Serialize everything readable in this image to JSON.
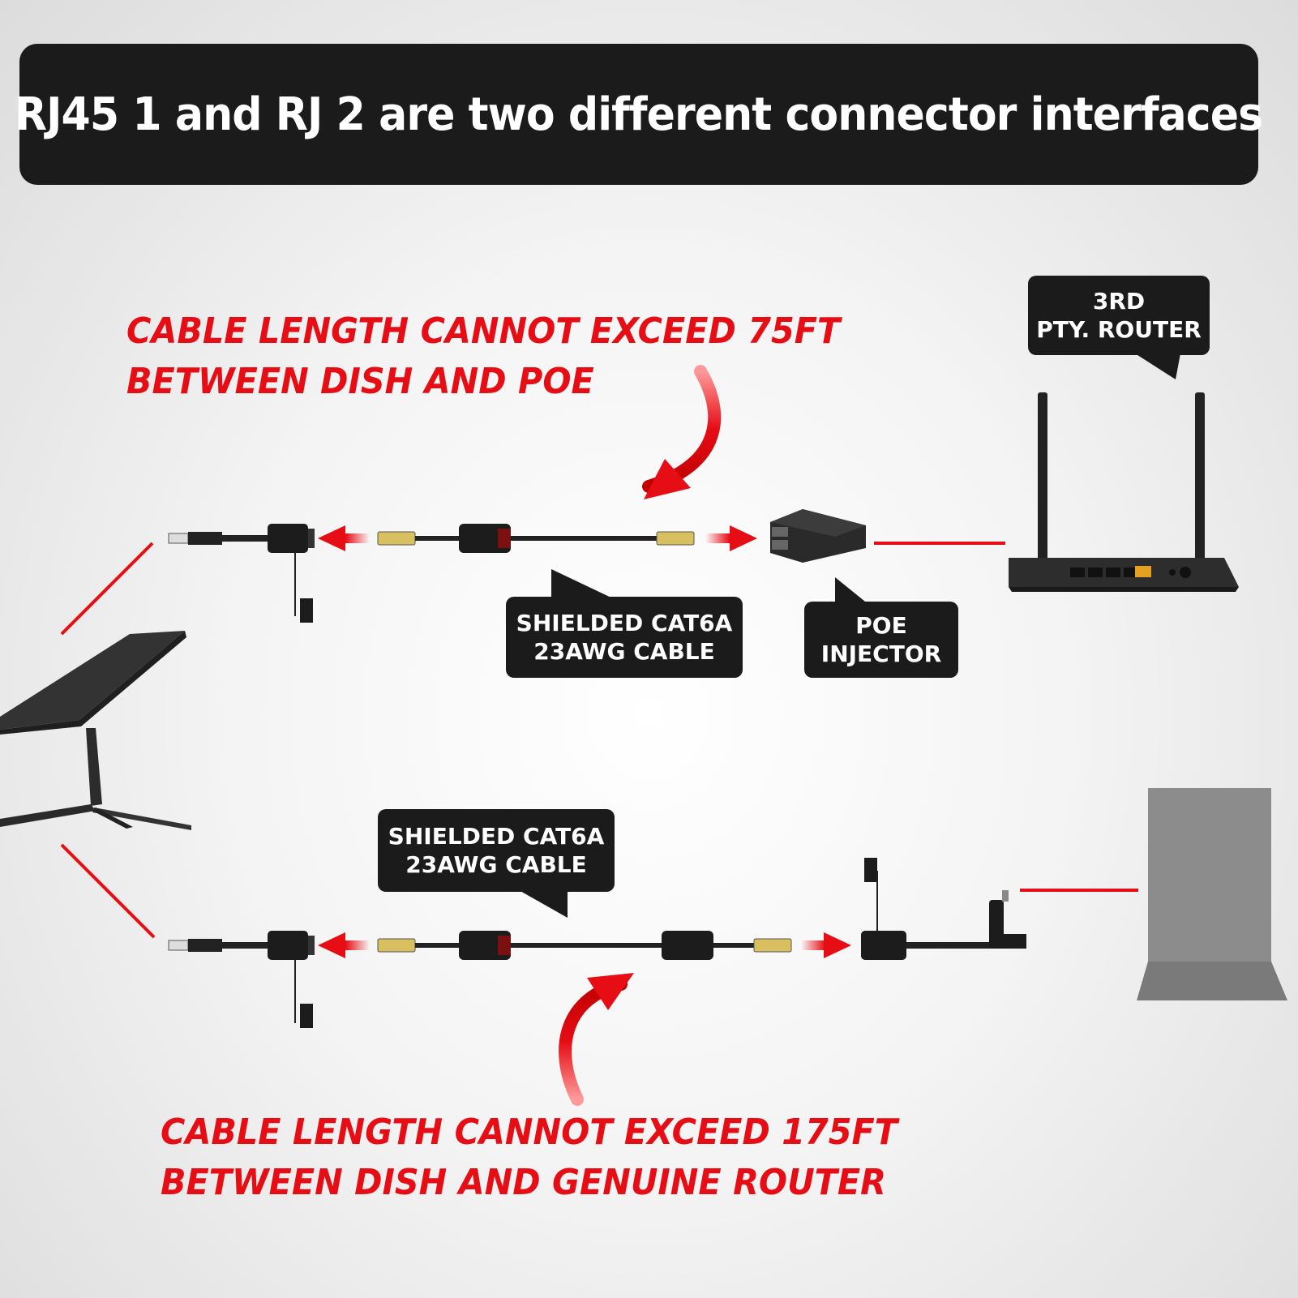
{
  "banner": {
    "text": "RJ45 1 and RJ 2 are two different connector interfaces"
  },
  "warnings": {
    "top": {
      "line1": "CABLE LENGTH CANNOT EXCEED 75FT",
      "line2": "BETWEEN DISH AND POE"
    },
    "bottom": {
      "line1": "CABLE LENGTH CANNOT EXCEED 175FT",
      "line2": "BETWEEN DISH AND GENUINE ROUTER"
    }
  },
  "callouts": {
    "router": {
      "line1": "3RD",
      "line2": "PTY. ROUTER"
    },
    "cable_top": {
      "line1": "SHIELDED CAT6A",
      "line2": "23AWG CABLE"
    },
    "poe": {
      "line1": "POE",
      "line2": "INJECTOR"
    },
    "cable_bottom": {
      "line1": "SHIELDED CAT6A",
      "line2": "23AWG CABLE"
    }
  },
  "colors": {
    "accent_red": "#e60d15",
    "callout_bg": "#1b1b1b",
    "device_dark": "#2a2a2a",
    "router_box_gray": "#8c8c8c"
  }
}
